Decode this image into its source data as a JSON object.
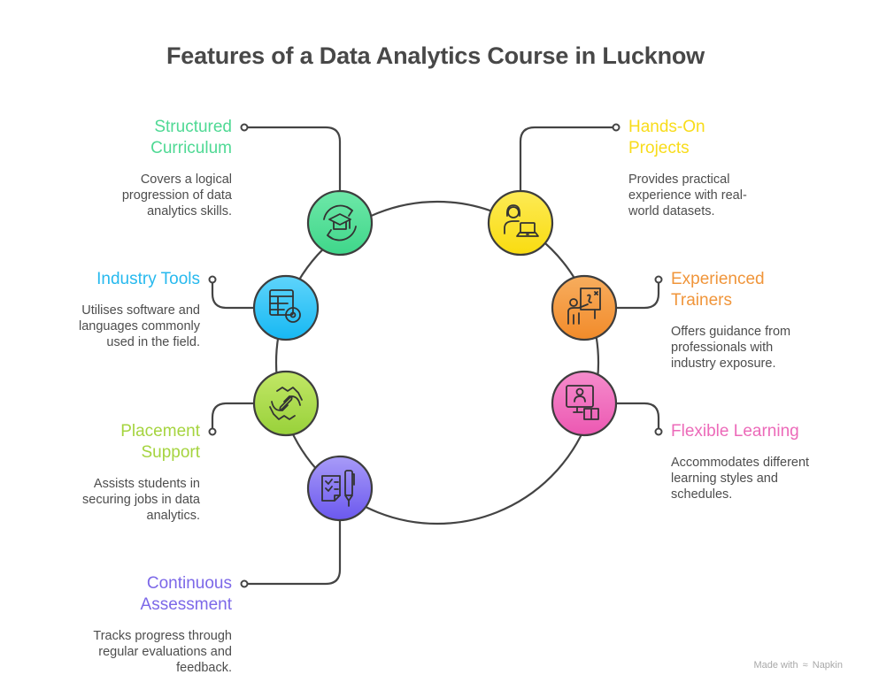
{
  "title": "Features of a Data Analytics Course in Lucknow",
  "features": [
    {
      "title": "Structured Curriculum",
      "title_lines": [
        "Structured",
        "Curriculum"
      ],
      "description": "Covers a logical progression of data analytics skills.",
      "icon": "graduation-cap-refresh-icon",
      "color": "#4fdd96",
      "side": "left"
    },
    {
      "title": "Hands-On Projects",
      "title_lines": [
        "Hands-On",
        "Projects"
      ],
      "description": "Provides practical experience with real-world datasets.",
      "icon": "person-laptop-icon",
      "color": "#fbe21c",
      "side": "right"
    },
    {
      "title": "Industry Tools",
      "title_lines": [
        "Industry Tools"
      ],
      "description": "Utilises software and languages commonly used in the field.",
      "icon": "table-gear-icon",
      "color": "#2ec4f7",
      "side": "left"
    },
    {
      "title": "Experienced Trainers",
      "title_lines": [
        "Experienced",
        "Trainers"
      ],
      "description": "Offers guidance from professionals with industry exposure.",
      "icon": "trainer-whiteboard-icon",
      "color": "#f49a3c",
      "side": "right"
    },
    {
      "title": "Placement Support",
      "title_lines": [
        "Placement",
        "Support"
      ],
      "description": "Assists students in securing jobs in data analytics.",
      "icon": "handshake-icon",
      "color": "#a8d94a",
      "side": "left"
    },
    {
      "title": "Flexible Learning",
      "title_lines": [
        "Flexible Learning"
      ],
      "description": "Accommodates different learning styles and schedules.",
      "icon": "online-learning-icon",
      "color": "#f06bbd",
      "side": "right"
    },
    {
      "title": "Continuous Assessment",
      "title_lines": [
        "Continuous",
        "Assessment"
      ],
      "description": "Tracks progress through regular evaluations and feedback.",
      "icon": "checklist-pen-icon",
      "color": "#7d6cf0",
      "side": "left"
    }
  ],
  "watermark": {
    "prefix": "Made with",
    "brand": "Napkin"
  }
}
